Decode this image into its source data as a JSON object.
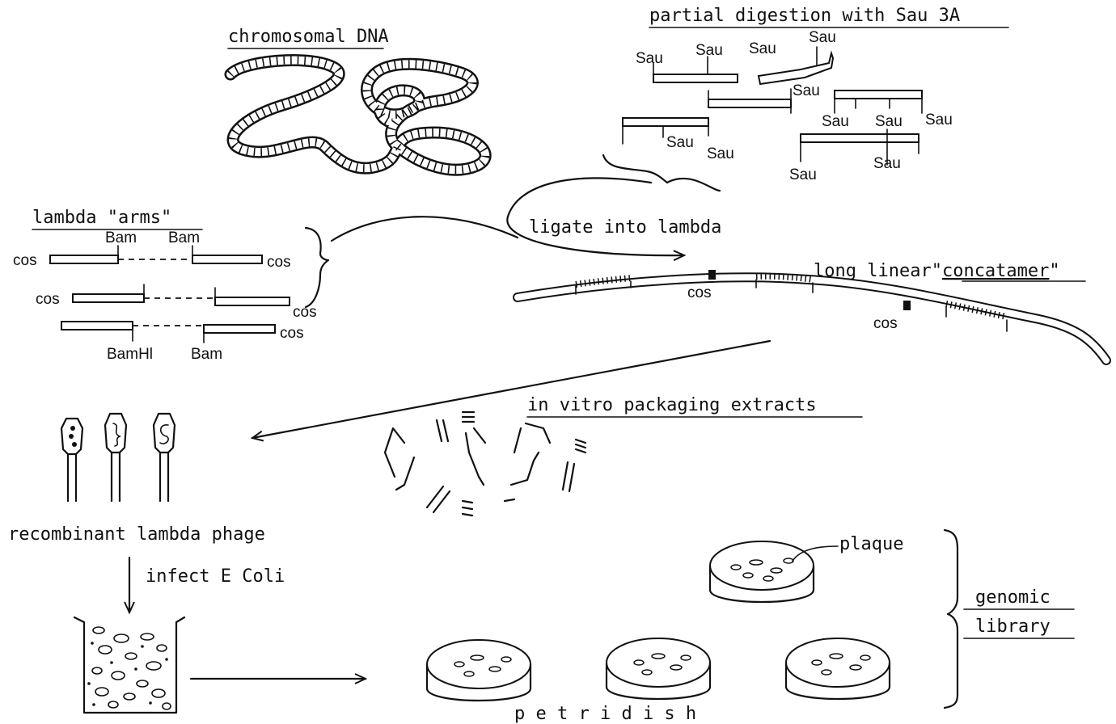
{
  "labels": {
    "chromosomal_dna": "chromosomal DNA",
    "partial_digestion": "partial digestion with Sau 3A",
    "lambda_arms": "lambda \"arms\"",
    "ligate": "ligate into lambda",
    "concatamer_prefix": "long linear\"",
    "concatamer_word": "concatamer",
    "concatamer_suffix": "\"",
    "in_vitro": "in vitro packaging extracts",
    "recombinant": "recombinant lambda phage",
    "infect": "infect E Coli",
    "plaque": "plaque",
    "genomic": "genomic",
    "library": "library",
    "petri_dish": "p e t r i   d i s h"
  },
  "sau_labels": [
    "Sau",
    "Sau",
    "Sau",
    "Sau",
    "Sau",
    "Sau",
    "Sau",
    "Sau",
    "Sau",
    "Sau",
    "Sau",
    "Sau"
  ],
  "arm_labels": {
    "bam1": "Bam",
    "bam2": "Bam",
    "cos1": "cos",
    "cos2": "cos",
    "cos3": "cos",
    "cos4": "cos",
    "cos5": "cos",
    "bamhi": "BamHl",
    "bam3": "Bam"
  },
  "concatamer_cos": [
    "cos",
    "cos"
  ]
}
